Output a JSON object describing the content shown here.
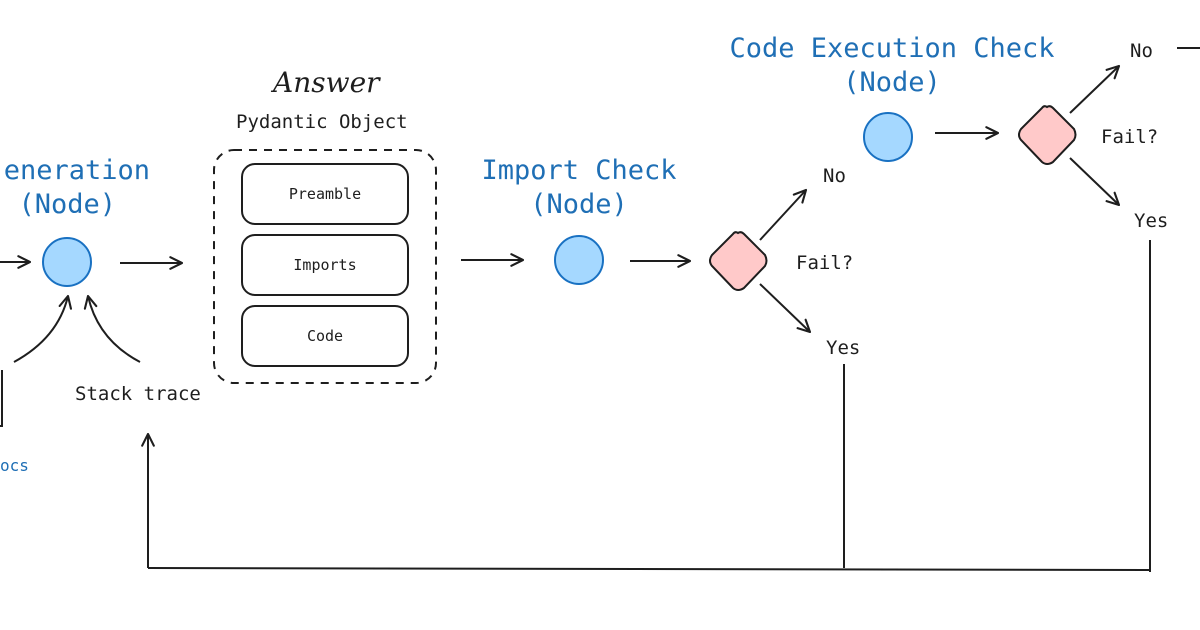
{
  "nodes": {
    "generation": {
      "line1": "eneration",
      "line2": "(Node)"
    },
    "import_check": {
      "line1": "Import Check",
      "line2": "(Node)"
    },
    "exec_check": {
      "line1": "Code Execution Check",
      "line2": "(Node)"
    }
  },
  "answer": {
    "title": "Answer",
    "subtitle": "Pydantic Object",
    "fields": [
      "Preamble",
      "Imports",
      "Code"
    ]
  },
  "labels": {
    "stack_trace": "Stack trace",
    "docs_fragment": "ocs",
    "import_fail": "Fail?",
    "import_no": "No",
    "import_yes": "Yes",
    "exec_fail": "Fail?",
    "exec_no": "No",
    "exec_yes": "Yes"
  },
  "colors": {
    "node_fill": "#a5d8ff",
    "node_stroke": "#1971c2",
    "decision_fill": "#ffc9c9",
    "decision_stroke": "#1e1e1e",
    "title_blue": "#1f6fb5"
  }
}
